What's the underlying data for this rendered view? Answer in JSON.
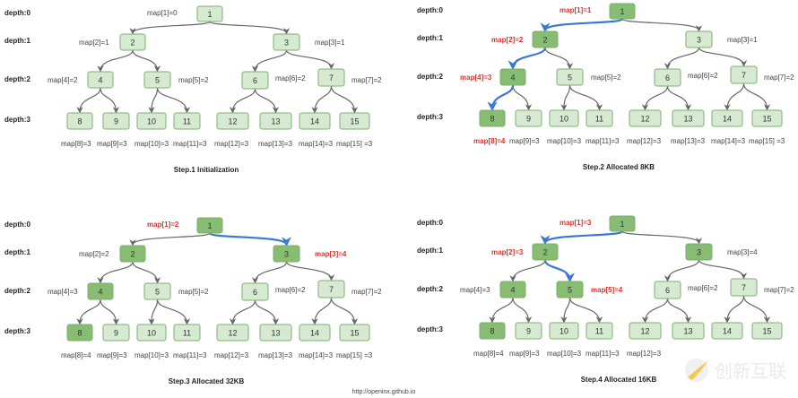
{
  "depth_labels": [
    "depth:0",
    "depth:1",
    "depth:2",
    "depth:3"
  ],
  "panels": [
    {
      "caption": "Step.1 Initialization",
      "nodes": [
        {
          "id": 1,
          "map": "map[1]=0",
          "state": "free",
          "hl": false
        },
        {
          "id": 2,
          "map": "map[2]=1",
          "state": "free",
          "hl": false
        },
        {
          "id": 3,
          "map": "map[3]=1",
          "state": "free",
          "hl": false
        },
        {
          "id": 4,
          "map": "map[4]=2",
          "state": "free",
          "hl": false
        },
        {
          "id": 5,
          "map": "map[5]=2",
          "state": "free",
          "hl": false
        },
        {
          "id": 6,
          "map": "map[6]=2",
          "state": "free",
          "hl": false
        },
        {
          "id": 7,
          "map": "map[7]=2",
          "state": "free",
          "hl": false
        },
        {
          "id": 8,
          "map": "map[8]=3",
          "state": "free",
          "hl": false
        },
        {
          "id": 9,
          "map": "map[9]=3",
          "state": "free",
          "hl": false
        },
        {
          "id": 10,
          "map": "map[10]=3",
          "state": "free",
          "hl": false
        },
        {
          "id": 11,
          "map": "map[11]=3",
          "state": "free",
          "hl": false
        },
        {
          "id": 12,
          "map": "map[12]=3",
          "state": "free",
          "hl": false
        },
        {
          "id": 13,
          "map": "map[13]=3",
          "state": "free",
          "hl": false
        },
        {
          "id": 14,
          "map": "map[14]=3",
          "state": "free",
          "hl": false
        },
        {
          "id": 15,
          "map": "map[15] =3",
          "state": "free",
          "hl": false
        }
      ],
      "highlight_path": []
    },
    {
      "caption": "Step.2 Allocated 8KB",
      "nodes": [
        {
          "id": 1,
          "map": "map[1]=1",
          "state": "used",
          "hl": true
        },
        {
          "id": 2,
          "map": "map[2]=2",
          "state": "used",
          "hl": true
        },
        {
          "id": 3,
          "map": "map[3]=1",
          "state": "free",
          "hl": false
        },
        {
          "id": 4,
          "map": "map[4]=3",
          "state": "used",
          "hl": true
        },
        {
          "id": 5,
          "map": "map[5]=2",
          "state": "free",
          "hl": false
        },
        {
          "id": 6,
          "map": "map[6]=2",
          "state": "free",
          "hl": false
        },
        {
          "id": 7,
          "map": "map[7]=2",
          "state": "free",
          "hl": false
        },
        {
          "id": 8,
          "map": "map[8]=4",
          "state": "used",
          "hl": true
        },
        {
          "id": 9,
          "map": "map[9]=3",
          "state": "free",
          "hl": false
        },
        {
          "id": 10,
          "map": "map[10]=3",
          "state": "free",
          "hl": false
        },
        {
          "id": 11,
          "map": "map[11]=3",
          "state": "free",
          "hl": false
        },
        {
          "id": 12,
          "map": "map[12]=3",
          "state": "free",
          "hl": false
        },
        {
          "id": 13,
          "map": "map[13]=3",
          "state": "free",
          "hl": false
        },
        {
          "id": 14,
          "map": "map[14]=3",
          "state": "free",
          "hl": false
        },
        {
          "id": 15,
          "map": "map[15] =3",
          "state": "free",
          "hl": false
        }
      ],
      "highlight_path": [
        [
          1,
          2
        ],
        [
          2,
          4
        ],
        [
          4,
          8
        ]
      ]
    },
    {
      "caption": "Step.3 Allocated 32KB",
      "nodes": [
        {
          "id": 1,
          "map": "map[1]=2",
          "state": "used",
          "hl": true
        },
        {
          "id": 2,
          "map": "map[2]=2",
          "state": "used",
          "hl": false
        },
        {
          "id": 3,
          "map": "map[3]=4",
          "state": "used",
          "hl": true
        },
        {
          "id": 4,
          "map": "map[4]=3",
          "state": "used",
          "hl": false
        },
        {
          "id": 5,
          "map": "map[5]=2",
          "state": "free",
          "hl": false
        },
        {
          "id": 6,
          "map": "map[6]=2",
          "state": "free",
          "hl": false
        },
        {
          "id": 7,
          "map": "map[7]=2",
          "state": "free",
          "hl": false
        },
        {
          "id": 8,
          "map": "map[8]=4",
          "state": "used",
          "hl": false
        },
        {
          "id": 9,
          "map": "map[9]=3",
          "state": "free",
          "hl": false
        },
        {
          "id": 10,
          "map": "map[10]=3",
          "state": "free",
          "hl": false
        },
        {
          "id": 11,
          "map": "map[11]=3",
          "state": "free",
          "hl": false
        },
        {
          "id": 12,
          "map": "map[12]=3",
          "state": "free",
          "hl": false
        },
        {
          "id": 13,
          "map": "map[13]=3",
          "state": "free",
          "hl": false
        },
        {
          "id": 14,
          "map": "map[14]=3",
          "state": "free",
          "hl": false
        },
        {
          "id": 15,
          "map": "map[15] =3",
          "state": "free",
          "hl": false
        }
      ],
      "highlight_path": [
        [
          1,
          3
        ]
      ]
    },
    {
      "caption": "Step.4 Allocated 16KB",
      "nodes": [
        {
          "id": 1,
          "map": "map[1]=3",
          "state": "used",
          "hl": true
        },
        {
          "id": 2,
          "map": "map[2]=3",
          "state": "used",
          "hl": true
        },
        {
          "id": 3,
          "map": "map[3]=4",
          "state": "used",
          "hl": false
        },
        {
          "id": 4,
          "map": "map[4]=3",
          "state": "used",
          "hl": false
        },
        {
          "id": 5,
          "map": "map[5]=4",
          "state": "used",
          "hl": true
        },
        {
          "id": 6,
          "map": "map[6]=2",
          "state": "free",
          "hl": false
        },
        {
          "id": 7,
          "map": "map[7]=2",
          "state": "free",
          "hl": false
        },
        {
          "id": 8,
          "map": "map[8]=4",
          "state": "used",
          "hl": false
        },
        {
          "id": 9,
          "map": "map[9]=3",
          "state": "free",
          "hl": false
        },
        {
          "id": 10,
          "map": "map[10]=3",
          "state": "free",
          "hl": false
        },
        {
          "id": 11,
          "map": "map[11]=3",
          "state": "free",
          "hl": false
        },
        {
          "id": 12,
          "map": "map[12]=3",
          "state": "free",
          "hl": false
        },
        {
          "id": 13,
          "map": "",
          "state": "free",
          "hl": false
        },
        {
          "id": 14,
          "map": "",
          "state": "free",
          "hl": false
        },
        {
          "id": 15,
          "map": "",
          "state": "free",
          "hl": false
        }
      ],
      "highlight_path": [
        [
          1,
          2
        ],
        [
          2,
          5
        ]
      ]
    }
  ],
  "footer_url": "http://openinx.github.io",
  "watermark": {
    "text": "创新互联",
    "icon": "logo-icon"
  },
  "colors": {
    "free_node": "#d5ead0",
    "used_node": "#86bd72",
    "node_border": "#7fae6f",
    "highlight_edge": "#3a78d6",
    "highlight_text": "#e0322c",
    "edge": "#666666"
  }
}
